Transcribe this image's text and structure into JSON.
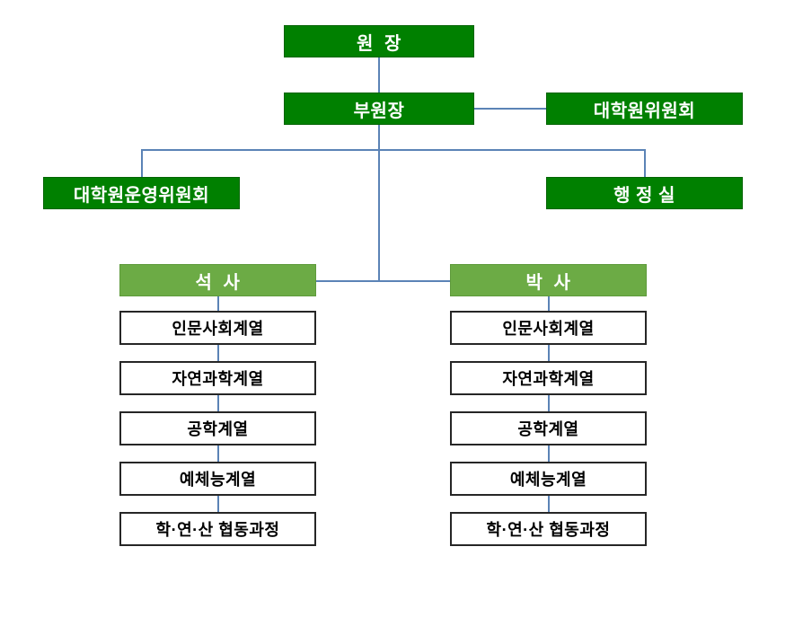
{
  "nodes": {
    "director": "원  장",
    "deputy_director": "부원장",
    "graduate_committee": "대학원위원회",
    "operating_committee": "대학원운영위원회",
    "admin_office": "행 정 실"
  },
  "programs": [
    {
      "label": "석  사",
      "departments": [
        "인문사회계열",
        "자연과학계열",
        "공학계열",
        "예체능계열",
        "학·연·산 협동과정"
      ]
    },
    {
      "label": "박  사",
      "departments": [
        "인문사회계열",
        "자연과학계열",
        "공학계열",
        "예체능계열",
        "학·연·산 협동과정"
      ]
    }
  ],
  "colors": {
    "dark_green": "#008000",
    "light_green": "#6CAB45",
    "connector_blue": "#5B83B6",
    "child_border": "#262626"
  }
}
